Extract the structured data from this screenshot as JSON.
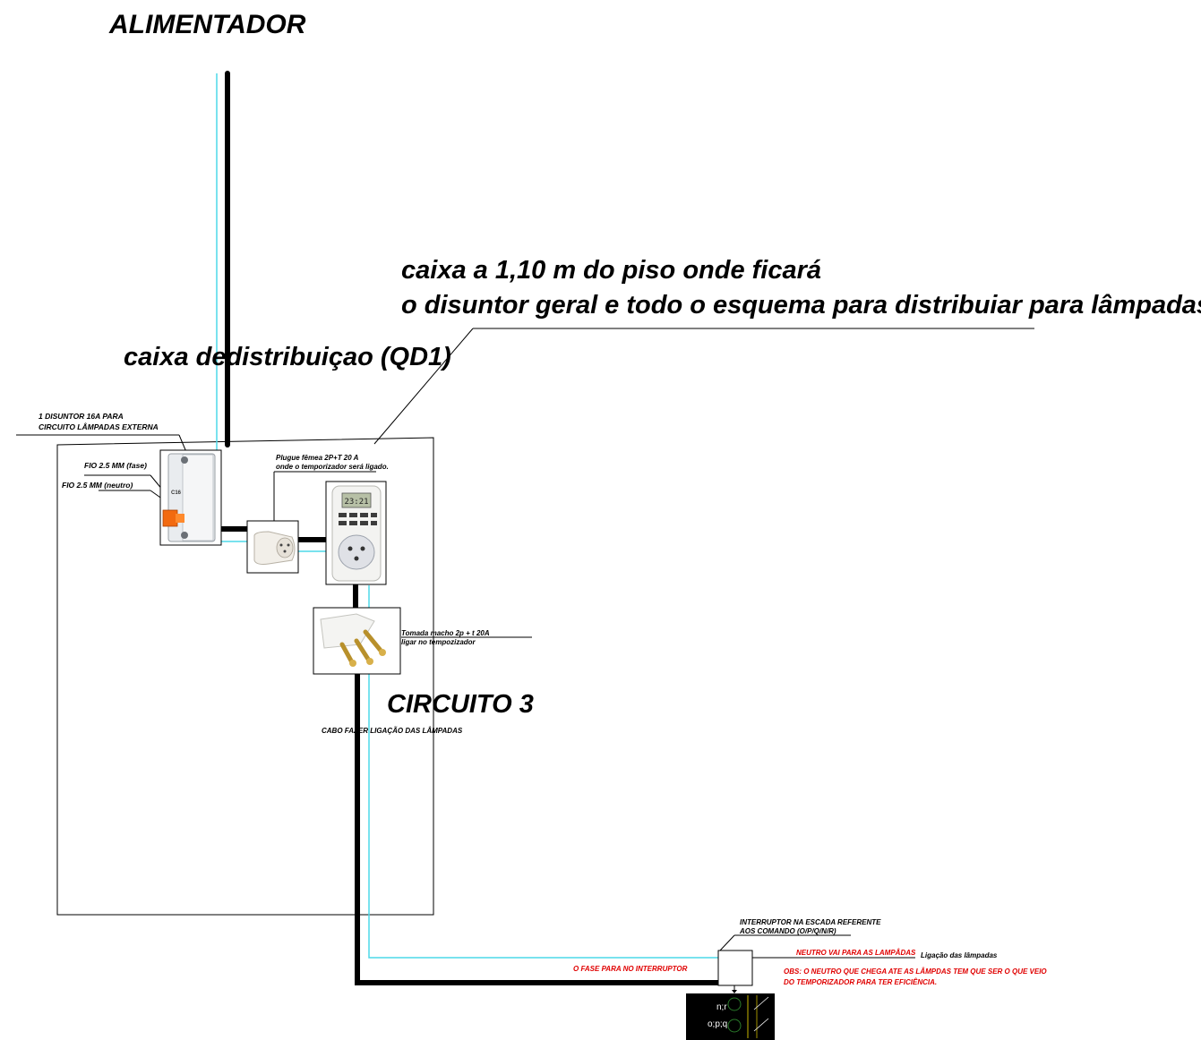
{
  "titles": {
    "alimentador": "ALIMENTADOR",
    "caixa_line1": "caixa a 1,10 m do piso onde ficará",
    "caixa_line2": "o disuntor geral e todo o esquema para distribuiar para lâmpadas.",
    "qd1": "caixa dedistribuiçao (QD1)",
    "circuito": "CIRCUITO 3"
  },
  "labels": {
    "disjuntor_line1": "1 DISUNTOR 16A PARA",
    "disjuntor_line2": "CIRCUITO LÂMPADAS EXTERNA",
    "fio_fase": "FIO 2.5 MM (fase)",
    "fio_neutro": "FIO 2.5 MM (neutro)",
    "plugue_line1": "Plugue fêmea 2P+T 20 A",
    "plugue_line2": "onde o temporizador será ligado.",
    "tomada_line1": "Tomada macho 2p + t 20A",
    "tomada_line2": "ligar no tempozizador",
    "cabo": "CABO FAZER LIGAÇÃO DAS LÂMPADAS",
    "interruptor_line1": "INTERRUPTOR NA ESCADA REFERENTE",
    "interruptor_line2": "AOS COMANDO (O/P/Q/N/R)",
    "neutro": "NEUTRO VAI PARA AS LAMPÂDAS",
    "ligacao": "Ligação das lâmpadas",
    "obs_line1": "OBS: O NEUTRO QUE CHEGA ATE AS LÂMPDAS TEM QUE SER O QUE VEIO",
    "obs_line2": "DO TEMPORIZADOR PARA TER EFICIÊNCIA.",
    "fase": "O FASE PARA NO INTERRUPTOR"
  },
  "devices": {
    "breaker_text": "C16",
    "timer_display": "23:21",
    "panel_line1": "n;r",
    "panel_line2": "o;p;q"
  },
  "colors": {
    "phase_wire": "#000000",
    "neutral_wire": "#4dd8e8",
    "warning_text": "#e00000"
  }
}
